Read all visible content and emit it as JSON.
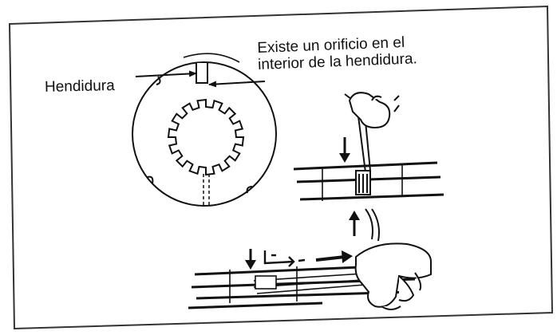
{
  "labels": {
    "slot": "Hendidura",
    "hole_line1": "Existe un orificio en el",
    "hole_line2": "interior de la hendidura."
  },
  "colors": {
    "ink": "#111111",
    "paper": "#ffffff",
    "border": "#333333"
  },
  "icons": {
    "pointer_arrow": "arrow-right-icon",
    "motion_arrow": "arrow-icon",
    "hand": "hand-icon"
  }
}
